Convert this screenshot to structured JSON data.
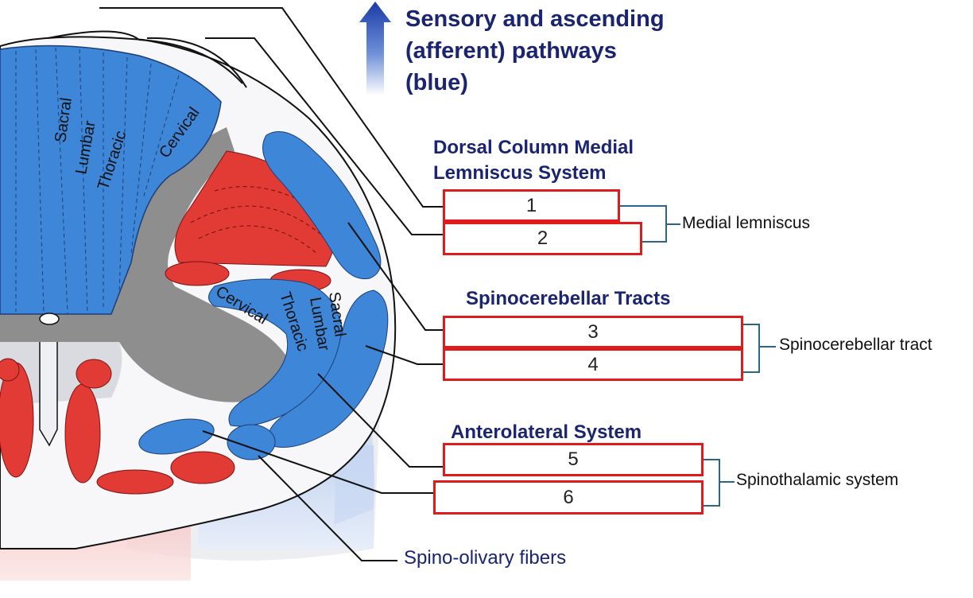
{
  "title": {
    "line1": "Sensory and ascending",
    "line2": "(afferent) pathways",
    "line3": "(blue)"
  },
  "sections": {
    "dorsal": {
      "line1": "Dorsal Column Medial",
      "line2": "Lemniscus System"
    },
    "spinocerebellar": "Spinocerebellar Tracts",
    "anterolateral": "Anterolateral System"
  },
  "boxes": [
    "1",
    "2",
    "3",
    "4",
    "5",
    "6"
  ],
  "groups": {
    "medial": "Medial lemniscus",
    "spinocerebellar": "Spinocerebellar tract",
    "spinothalamic": "Spinothalamic system"
  },
  "spino_olivary": "Spino-olivary fibers",
  "dorsal_labels": [
    "Sacral",
    "Lumbar",
    "Thoracic",
    "Cervical"
  ],
  "lateral_labels": [
    "Cervical",
    "Thoracic",
    "Lumbar",
    "Sacral"
  ],
  "colors": {
    "afferent_blue": "#3d86d8",
    "efferent_red": "#e23a35",
    "gray_matter": "#8e8e8e",
    "heading_navy": "#1a2470",
    "box_border": "#e01b1b",
    "bracket": "#2a6688"
  }
}
